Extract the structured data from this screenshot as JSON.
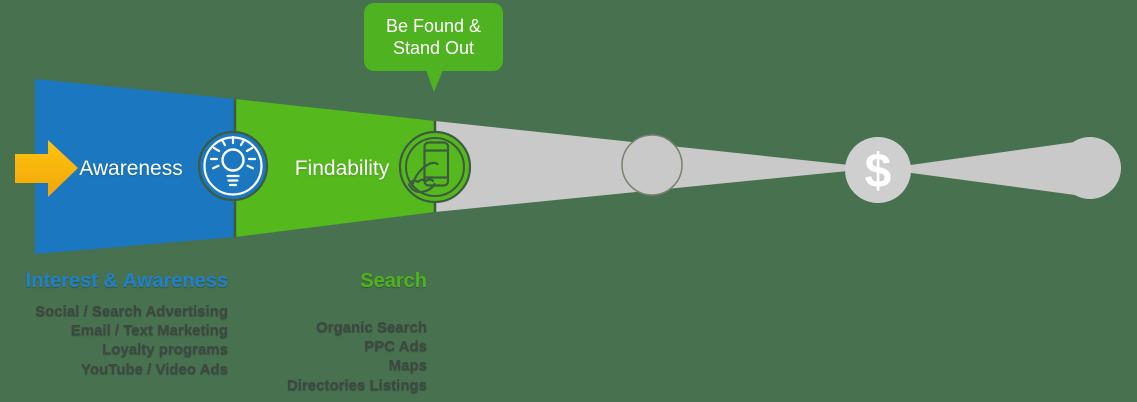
{
  "colors": {
    "background": "#48714F",
    "awareness_blue": "#1B78C0",
    "findability_green": "#55B91E",
    "callout_green": "#4FB321",
    "funnel_gray": "#C9C9C9",
    "dollar_circle_gray": "#CFCFCF",
    "arrow_orange_light": "#FFC40D",
    "arrow_orange_dark": "#F2A50A",
    "heading_blue": "#2180CA",
    "heading_green": "#4EB31C",
    "dark_outline": "#3C5B40",
    "list_text": "#3E4742"
  },
  "callout": {
    "line1": "Be Found &",
    "line2": "Stand Out"
  },
  "funnel": {
    "stage1_label": "Awareness",
    "stage2_label": "Findability",
    "dollar_symbol": "$",
    "icons": [
      "right-arrow",
      "lightbulb",
      "hand-holding-phone",
      "blank-circle",
      "dollar-circle",
      "blank-circle"
    ]
  },
  "columns": [
    {
      "heading": "Interest & Awareness",
      "items": [
        "Social / Search Advertising",
        "Email / Text Marketing",
        "Loyalty programs",
        "YouTube / Video Ads"
      ]
    },
    {
      "heading": "Search",
      "items": [
        "Organic Search",
        "PPC Ads",
        "Maps",
        "Directories Listings"
      ]
    }
  ]
}
